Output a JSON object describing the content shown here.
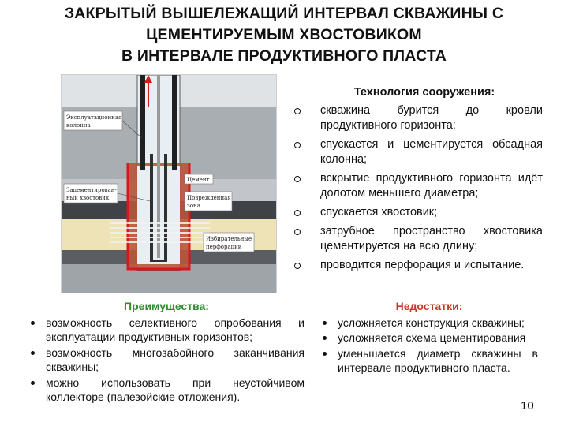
{
  "title": {
    "line1": "ЗАКРЫТЫЙ ВЫШЕЛЕЖАЩИЙ ИНТЕРВАЛ СКВАЖИНЫ С",
    "line2": "ЦЕМЕНТИРУЕМЫМ ХВОСТОВИКОМ",
    "line3": "В ИНТЕРВАЛЕ ПРОДУКТИВНОГО ПЛАСТА"
  },
  "diagram": {
    "labels": {
      "casing": [
        "Эксплуатационная",
        "колонна"
      ],
      "liner": [
        "Зацементирован-",
        "ный хвостовик"
      ],
      "cement": [
        "Цемент"
      ],
      "damaged": [
        "Поврежденная",
        "зона"
      ],
      "perforation": [
        "Избирательные",
        "перфорации"
      ]
    }
  },
  "technology": {
    "heading": "Технология сооружения:",
    "items": [
      "скважина бурится до кровли продуктивного горизонта;",
      "спускается и цементируется обсадная колонна;",
      "вскрытие продуктивного горизонта идёт долотом меньшего диаметра;",
      "спускается хвостовик;",
      "затрубное пространство хвостовика цементируется на всю длину;",
      "проводится перфорация и испытание."
    ]
  },
  "advantages": {
    "heading": "Преимущества:",
    "color": "#2e8b2e",
    "items": [
      "возможность селективного опробования и эксплуатации продуктивных горизонтов;",
      "возможность многозабойного заканчивания скважины;",
      "можно использовать при неустойчивом коллекторе (палезойские отложения)."
    ]
  },
  "disadvantages": {
    "heading": "Недостатки:",
    "color": "#c0392b",
    "items": [
      "усложняется конструкция скважины;",
      "усложняется схема цементирования",
      "уменьшается диаметр скважины в интервале продуктивного пласта."
    ]
  },
  "page_number": "10"
}
